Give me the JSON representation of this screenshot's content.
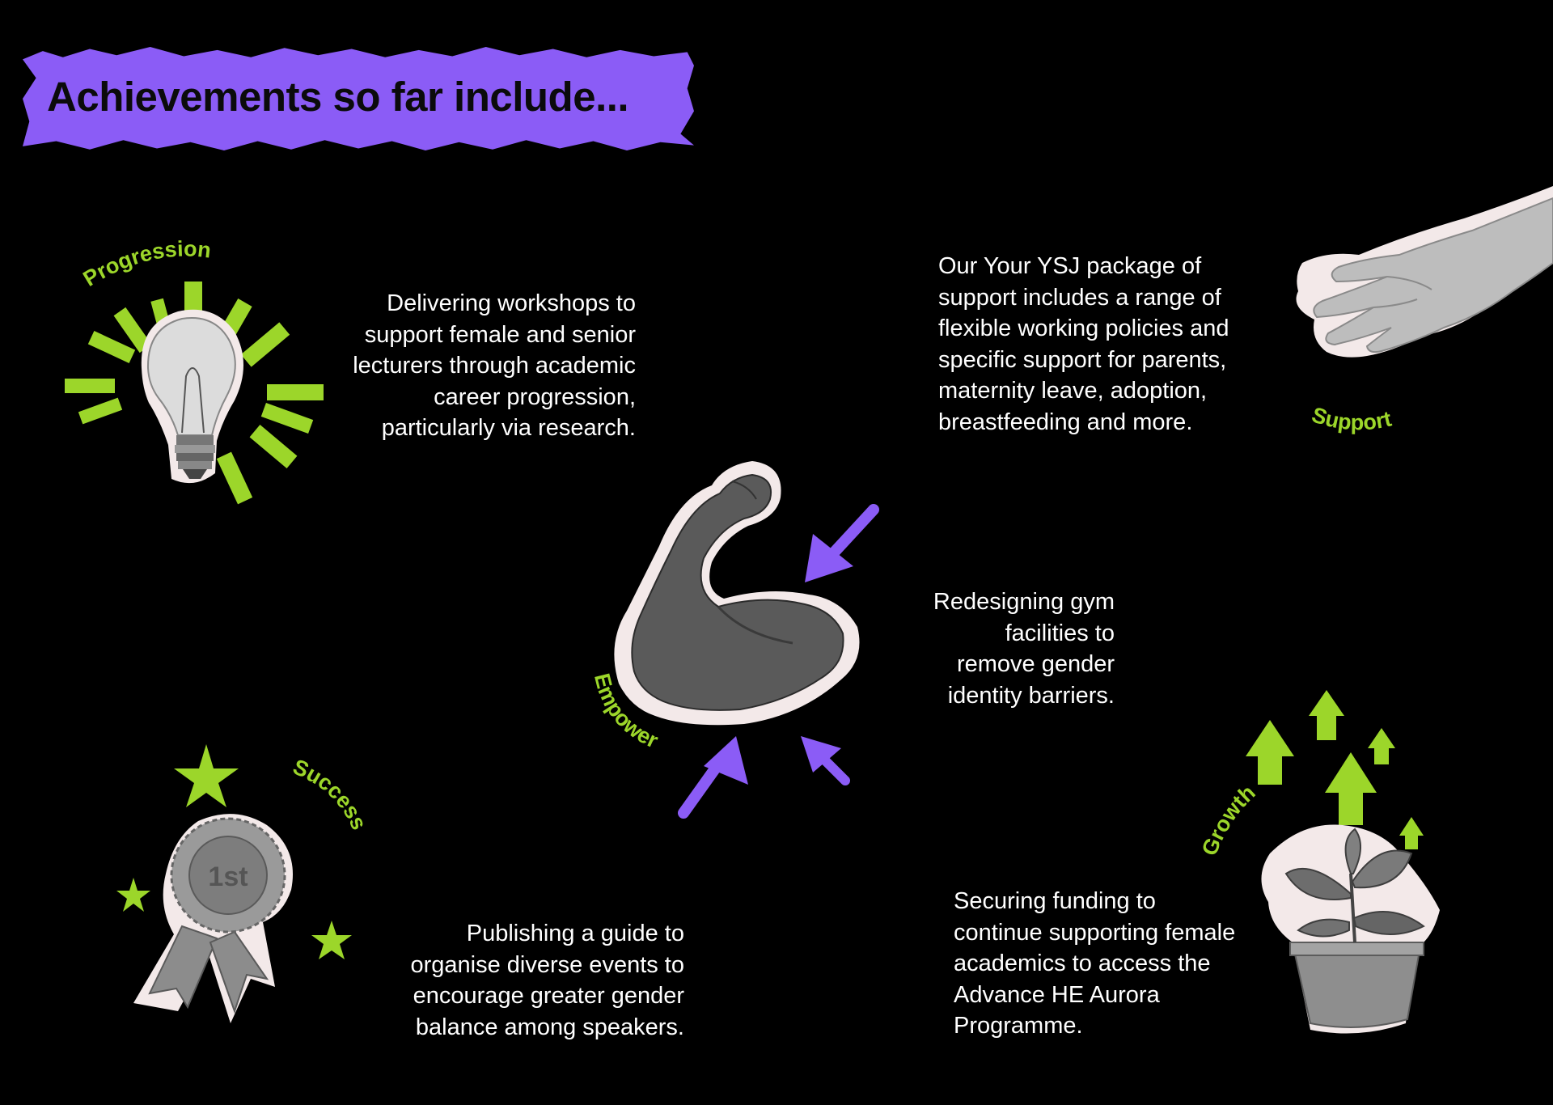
{
  "title": "Achievements so far include...",
  "colors": {
    "accent_purple": "#8b5cf6",
    "accent_green": "#9cd62a",
    "background": "#000000",
    "text": "#ffffff"
  },
  "items": [
    {
      "label": "Progression",
      "icon": "lightbulb-icon",
      "text": "Delivering workshops to support female and senior lecturers through academic career progression, particularly via research."
    },
    {
      "label": "Support",
      "icon": "open-hand-icon",
      "text": "Our Your YSJ package of support includes a range of flexible working policies and specific support for parents, maternity leave, adoption, breastfeeding and more."
    },
    {
      "label": "Empower",
      "icon": "flexed-arm-icon",
      "text": "Redesigning gym facilities to remove gender identity barriers."
    },
    {
      "label": "Success",
      "icon": "rosette-icon",
      "badge": "1st",
      "text": "Publishing a guide to organise diverse events to encourage greater gender balance among speakers."
    },
    {
      "label": "Growth",
      "icon": "potted-plant-icon",
      "text": "Securing funding to continue supporting female academics to access the Advance HE Aurora Programme."
    }
  ]
}
